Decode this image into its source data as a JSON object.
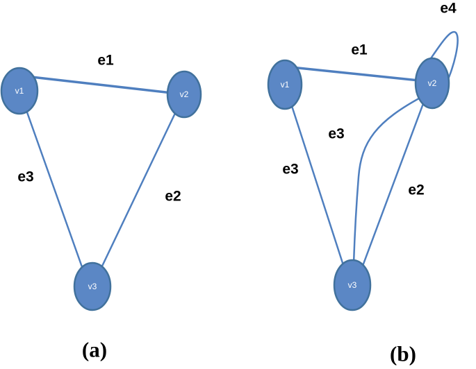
{
  "colors": {
    "node_fill": "#5b87c5",
    "edge": "#4f7fbf"
  },
  "graph_a": {
    "caption": "(a)",
    "nodes": {
      "v1": "v1",
      "v2": "v2",
      "v3": "v3"
    },
    "edges": {
      "e1": "e1",
      "e2": "e2",
      "e3": "e3"
    }
  },
  "graph_b": {
    "caption": "(b)",
    "nodes": {
      "v1": "v1",
      "v2": "v2",
      "v3": "v3"
    },
    "edges": {
      "e1": "e1",
      "e2": "e2",
      "e3": "e3",
      "e4": "e4"
    }
  }
}
